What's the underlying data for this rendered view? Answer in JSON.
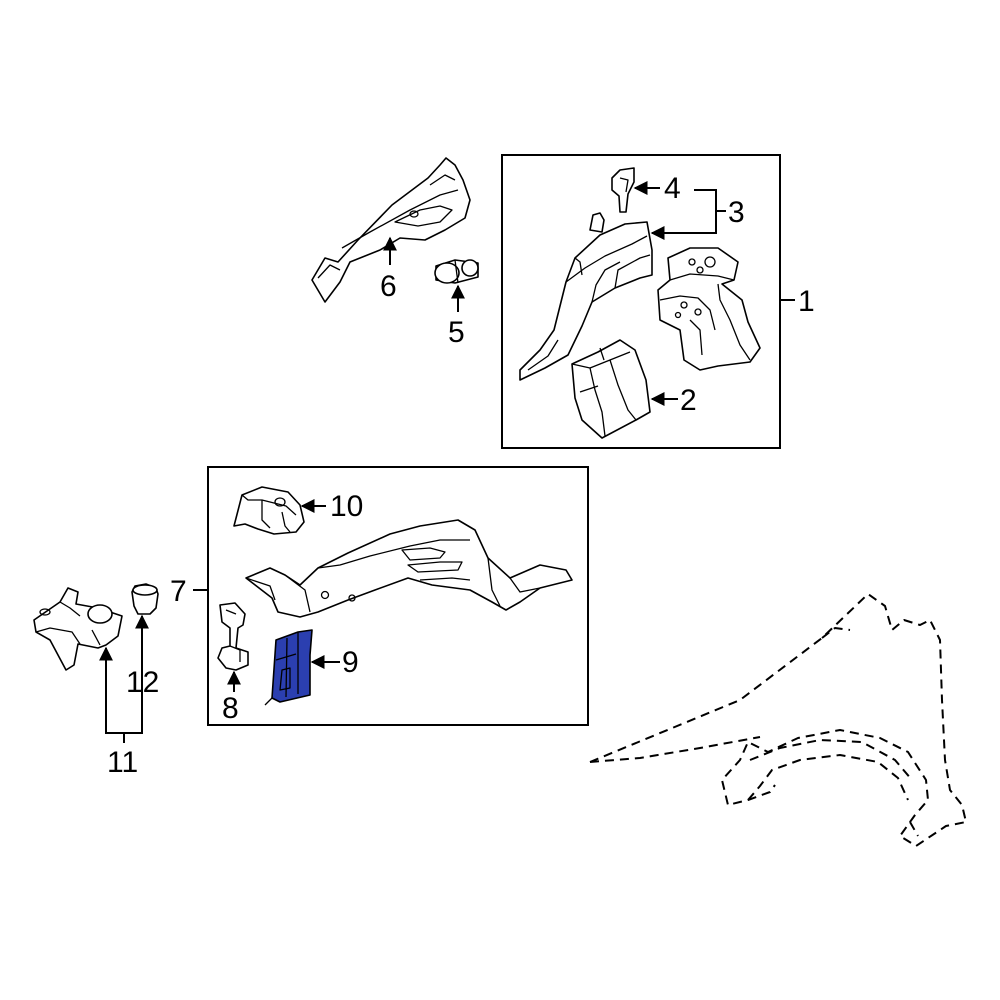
{
  "diagram": {
    "callouts": {
      "c1": "1",
      "c2": "2",
      "c3": "3",
      "c4": "4",
      "c5": "5",
      "c6": "6",
      "c7": "7",
      "c8": "8",
      "c9": "9",
      "c10": "10",
      "c11": "11",
      "c12": "12"
    },
    "colors": {
      "highlight": "#2b3fb0",
      "line": "#000000",
      "background": "#ffffff"
    }
  }
}
